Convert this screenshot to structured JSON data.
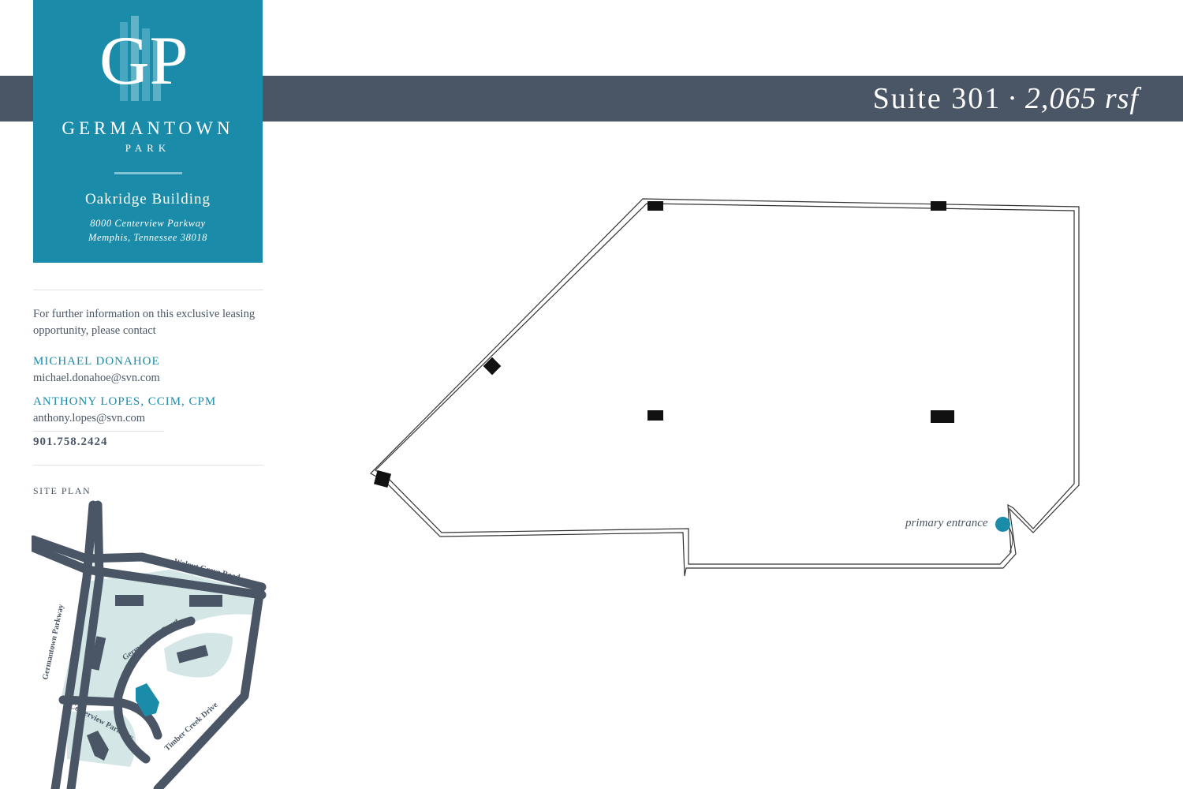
{
  "header": {
    "suite": "Suite 301",
    "separator": "·",
    "area": "2,065 rsf",
    "bar_color": "#4a5665"
  },
  "brand": {
    "logo_text": "GP",
    "name": "GERMANTOWN",
    "sub": "PARK",
    "building": "Oakridge Building",
    "address_line1": "8000 Centerview Parkway",
    "address_line2": "Memphis, Tennessee 38018",
    "accent_color": "#1a8ba8"
  },
  "contact": {
    "intro": "For further information on this exclusive leasing opportunity, please contact",
    "people": [
      {
        "name": "MICHAEL DONAHOE",
        "email": "michael.donahoe@svn.com"
      },
      {
        "name": "ANTHONY LOPES, CCIM, CPM",
        "email": "anthony.lopes@svn.com"
      }
    ],
    "phone": "901.758.2424"
  },
  "site_plan": {
    "label": "SITE PLAN",
    "roads": {
      "walnut_grove": "Walnut Grove Road",
      "germantown_parkway": "Germantown Parkway",
      "germantown_court": "Germantown Court",
      "centerview_parkway": "Centerview Parkway",
      "timber_creek": "Timber Creek Drive"
    },
    "highlight_color": "#1a8ba8"
  },
  "floor_plan": {
    "entrance_label": "primary entrance"
  }
}
